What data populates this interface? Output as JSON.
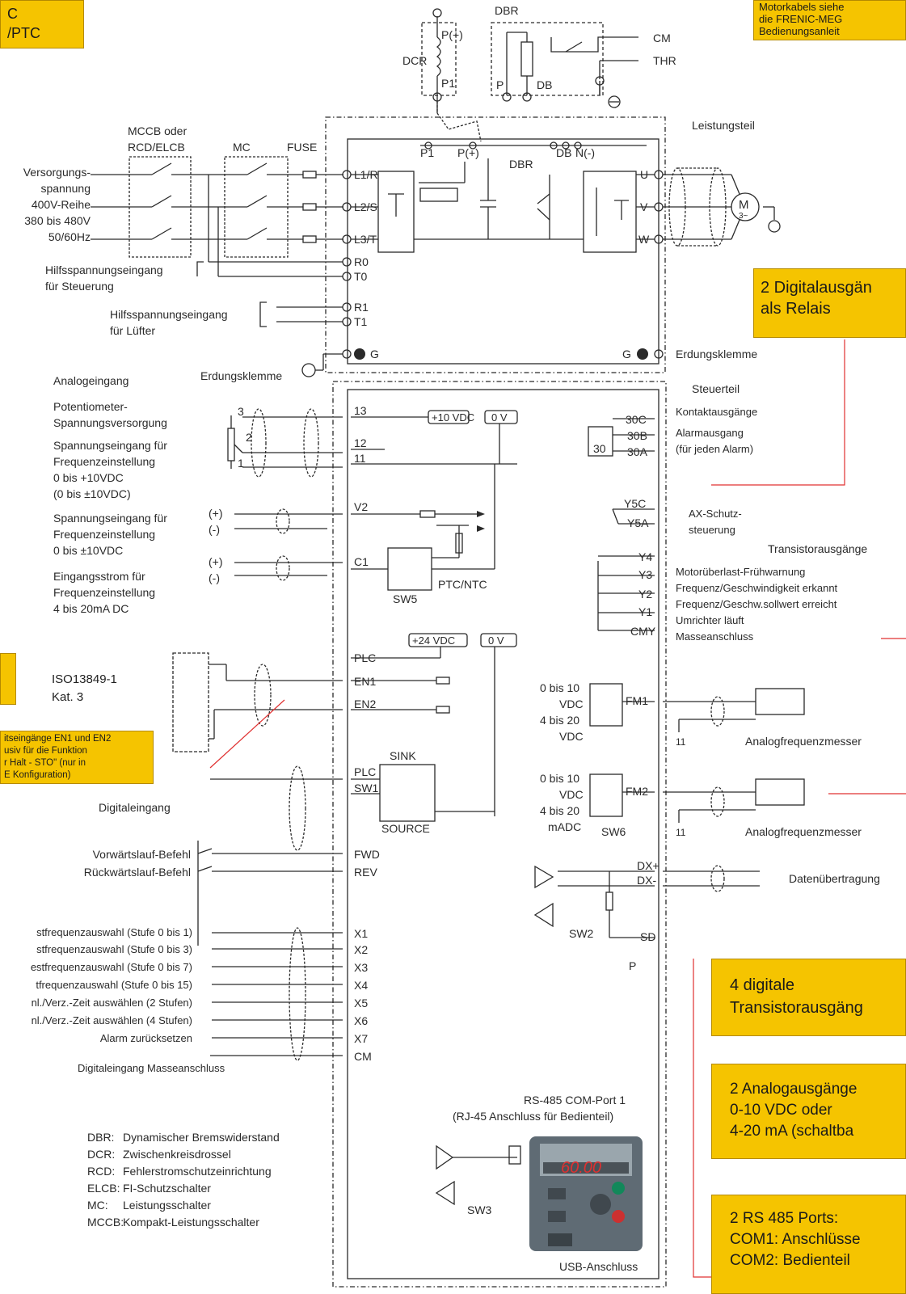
{
  "callouts": {
    "top_left": [
      "C",
      "/PTC"
    ],
    "top_right": [
      "Motorkabels siehe",
      "die FRENIC-MEG",
      "Bedienungsanleit"
    ],
    "relay": [
      "2 Digitalausgän",
      "als Relais"
    ],
    "sto_left": [
      "ISO13849-1",
      "Kat. 3"
    ],
    "sto_note": [
      "itseingänge EN1 und EN2",
      "usiv für die Funktion",
      "r Halt - STO\" (nur in",
      "E Konfiguration)"
    ],
    "transistor": [
      "4 digitale",
      "Transistorausgäng"
    ],
    "analog": [
      "2 Analogausgänge",
      "0-10 VDC oder",
      "4-20 mA  (schaltba"
    ],
    "rs485": [
      "2 RS 485 Ports:",
      "COM1: Anschlüsse",
      "COM2: Bedienteil"
    ]
  },
  "power": {
    "dbr_top": "DBR",
    "dcr": "DCR",
    "p_plus": "P(+)",
    "p1": "P1",
    "p": "P",
    "db": "DB",
    "cm": "CM",
    "thr": "THR",
    "leistungsteil": "Leistungsteil",
    "mccb": [
      "MCCB oder",
      "RCD/ELCB"
    ],
    "mc": "MC",
    "fuse": "FUSE",
    "supply": [
      "Versorgungs-",
      "spannung",
      "400V-Reihe",
      "380 bis 480V",
      "50/60Hz"
    ],
    "bus_labels": [
      "P1",
      "P(+)",
      "DBR",
      "DB",
      "N(-)"
    ],
    "inputs": [
      "L1/R",
      "L2/S",
      "L3/T",
      "R0",
      "T0",
      "R1",
      "T1",
      "G"
    ],
    "outputs": [
      "U",
      "V",
      "W"
    ],
    "motor": "M",
    "motor_sub": "3~",
    "aux_ctrl": [
      "Hilfsspannungseingang",
      "für Steuerung"
    ],
    "aux_fan": [
      "Hilfsspannungseingang",
      "für Lüfter"
    ],
    "erd_left": "Erdungsklemme",
    "erd_right": "Erdungsklemme",
    "g_right": "G"
  },
  "control": {
    "steuerteil": "Steuerteil",
    "analog_title": "Analogeingang",
    "pot": [
      "Potentiometer-",
      "Spannungsversorgung"
    ],
    "vin1": [
      "Spannungseingang für",
      "Frequenzeinstellung",
      "0 bis +10VDC",
      "(0 bis ±10VDC)"
    ],
    "vin2": [
      "Spannungseingang für",
      "Frequenzeinstellung",
      "0 bis ±10VDC"
    ],
    "iin": [
      "Eingangsstrom für",
      "Frequenzeinstellung",
      "4 bis 20mA DC"
    ],
    "pot_pins": [
      "3",
      "2",
      "1"
    ],
    "plus": "(+)",
    "minus": "(-)",
    "terminals_an": [
      "13",
      "12",
      "11",
      "V2",
      "C1"
    ],
    "v10": "+10 VDC",
    "v0": "0 V",
    "v24": "+24 VDC",
    "ptc": "PTC/NTC",
    "sw5": "SW5",
    "plc": "PLC",
    "en1": "EN1",
    "en2": "EN2",
    "sw1": "SW1",
    "sink": "SINK",
    "source": "SOURCE",
    "digital_title": "Digitaleingang",
    "fwd": "FWD",
    "rev": "REV",
    "fwd_text": "Vorwärtslauf-Befehl",
    "rev_text": "Rückwärtslauf-Befehl",
    "x_terms": [
      "X1",
      "X2",
      "X3",
      "X4",
      "X5",
      "X6",
      "X7",
      "CM"
    ],
    "x_texts": [
      "stfrequenzauswahl (Stufe 0 bis 1)",
      "stfrequenzauswahl (Stufe 0 bis 3)",
      "estfrequenzauswahl (Stufe 0 bis 7)",
      "tfrequenzauswahl (Stufe 0 bis 15)",
      "nl./Verz.-Zeit auswählen (2 Stufen)",
      "nl./Verz.-Zeit auswählen (4 Stufen)",
      "Alarm zurücksetzen"
    ],
    "cm_text": "Digitaleingang Masseanschluss",
    "relay_terms": [
      "30C",
      "30B",
      "30A",
      "30"
    ],
    "kontakt": "Kontaktausgänge",
    "alarm": [
      "Alarmausgang",
      "(für jeden Alarm)"
    ],
    "y5_terms": [
      "Y5C",
      "Y5A"
    ],
    "ax": [
      "AX-Schutz-",
      "steuerung"
    ],
    "trans_title": "Transistorausgänge",
    "y_terms": [
      "Y4",
      "Y3",
      "Y2",
      "Y1",
      "CMY"
    ],
    "y_texts": [
      "Motorüberlast-Frühwarnung",
      "Frequenz/Geschwindigkeit erkannt",
      "Frequenz/Geschw.sollwert erreicht",
      "Umrichter läuft",
      "Masseanschluss"
    ],
    "fm1_labels": [
      "0 bis 10",
      "VDC",
      "4 bis 20",
      "VDC"
    ],
    "fm2_labels": [
      "0 bis 10",
      "VDC",
      "4 bis 20",
      "mADC"
    ],
    "fm1": "FM1",
    "fm2": "FM2",
    "sw6": "SW6",
    "eleven": "11",
    "meter": "Analogfrequenzmesser",
    "dx_plus": "DX+",
    "dx_minus": "DX-",
    "data": "Datenübertragung",
    "sw2": "SW2",
    "sd": "SD",
    "p_label": "P",
    "rs485_title": [
      "RS-485 COM-Port 1",
      "(RJ-45 Anschluss für Bedienteil)"
    ],
    "display": "60.00",
    "sw3": "SW3",
    "usb": "USB-Anschluss"
  },
  "legend": [
    {
      "abbr": "DBR:",
      "text": "Dynamischer Bremswiderstand"
    },
    {
      "abbr": "DCR:",
      "text": "Zwischenkreisdrossel"
    },
    {
      "abbr": "RCD:",
      "text": "Fehlerstromschutzeinrichtung"
    },
    {
      "abbr": "ELCB:",
      "text": "FI-Schutzschalter"
    },
    {
      "abbr": "MC:",
      "text": "Leistungsschalter"
    },
    {
      "abbr": "MCCB:",
      "text": "Kompakt-Leistungsschalter"
    }
  ],
  "colors": {
    "callout": "#f5c400",
    "leader": "#e03030",
    "line": "#2a2a2a"
  }
}
